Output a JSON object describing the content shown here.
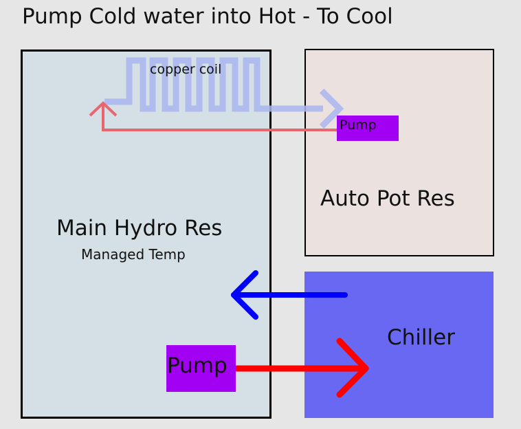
{
  "title": "Pump Cold water into Hot - To Cool",
  "main_res": {
    "label": "Main Hydro Res",
    "sublabel": "Managed Temp"
  },
  "autopot_res": {
    "label": "Auto Pot Res"
  },
  "chiller": {
    "label": "Chiller"
  },
  "coil": {
    "label": "copper coil"
  },
  "pumps": {
    "autopot_pump_label": "Pump",
    "main_pump_label": "Pump"
  },
  "colors": {
    "background": "#e6e6e6",
    "main_res_fill": "#d4dfe6",
    "autopot_res_fill": "#ebe2df",
    "chiller_fill": "#6868f2",
    "pump_fill": "#a100f2",
    "cold_flow": "#0000ff",
    "hot_flow": "#ff0000",
    "coil_color": "#a9b5ee",
    "return_line": "#e8666e"
  }
}
